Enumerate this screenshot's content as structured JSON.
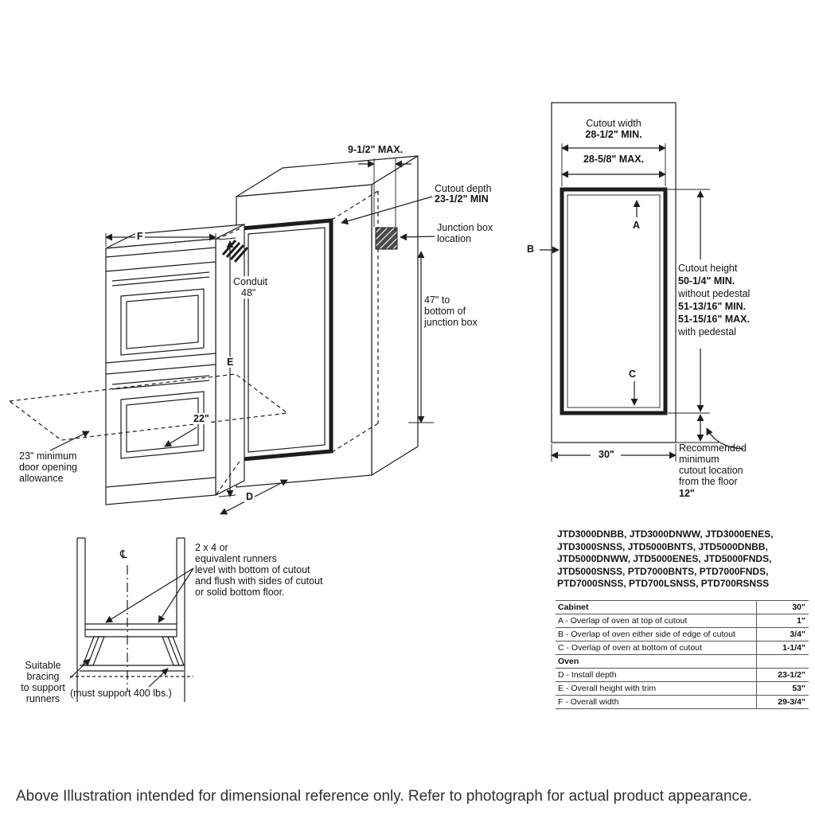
{
  "colors": {
    "ink": "#1d1d1d",
    "background": "#ffffff"
  },
  "iso_view": {
    "f": "F",
    "e": "E",
    "d": "D",
    "dim_9half": "9-1/2\" MAX.",
    "cutout_depth_title": "Cutout depth",
    "cutout_depth_value": "23-1/2\" MIN",
    "junction_box": "Junction box\nlocation",
    "conduit_title": "Conduit",
    "conduit_value": "48\"",
    "junction_height": "47\" to\nbottom of\njunction box",
    "dim_22": "22\"",
    "door_allowance": "23\" minimum\ndoor opening\nallowance"
  },
  "runner_view": {
    "note": "2 x 4 or\nequivalent runners\nlevel with bottom of cutout\nand flush with sides of cutout\nor solid bottom floor.",
    "bracing": "Suitable\nbracing\nto support\nrunners",
    "support": "(must support 400 lbs.)",
    "centerline_symbol": "℄"
  },
  "cutout_view": {
    "width_title": "Cutout width",
    "width_min": "28-1/2\" MIN.",
    "width_max": "28-5/8\" MAX.",
    "a": "A",
    "b": "B",
    "c": "C",
    "height_title": "Cutout height",
    "height_min_no_pedestal": "50-1/4\" MIN.",
    "height_note_no_pedestal": "without pedestal",
    "height_min_pedestal": "51-13/16\" MIN.",
    "height_max_pedestal": "51-15/16\" MAX.",
    "height_note_pedestal": "with pedestal",
    "bottom_width": "30\"",
    "floor_note": "Recommended\nminimum\ncutout location\nfrom the floor",
    "floor_value": "12\""
  },
  "models": "JTD3000DNBB, JTD3000DNWW, JTD3000ENES,\nJTD3000SNSS, JTD5000BNTS, JTD5000DNBB,\nJTD5000DNWW, JTD5000ENES, JTD5000FNDS,\nJTD5000SNSS, PTD7000BNTS, PTD7000FNDS,\nPTD7000SNSS, PTD700LSNSS, PTD700RSNSS",
  "spec_table": {
    "rows": [
      {
        "label": "Cabinet",
        "value": "30\""
      },
      {
        "label": "A - Overlap of oven at top of cutout",
        "value": "1\""
      },
      {
        "label": "B - Overlap of oven either side of edge of cutout",
        "value": "3/4\""
      },
      {
        "label": "C - Overlap of oven at bottom of cutout",
        "value": "1-1/4\""
      },
      {
        "label": "Oven",
        "value": ""
      },
      {
        "label": "D - Install depth",
        "value": "23-1/2\""
      },
      {
        "label": "E - Overall height with trim",
        "value": "53\""
      },
      {
        "label": "F - Overall width",
        "value": "29-3/4\""
      }
    ]
  },
  "caption": "Above Illustration intended for dimensional reference only. Refer to photograph for actual product appearance."
}
